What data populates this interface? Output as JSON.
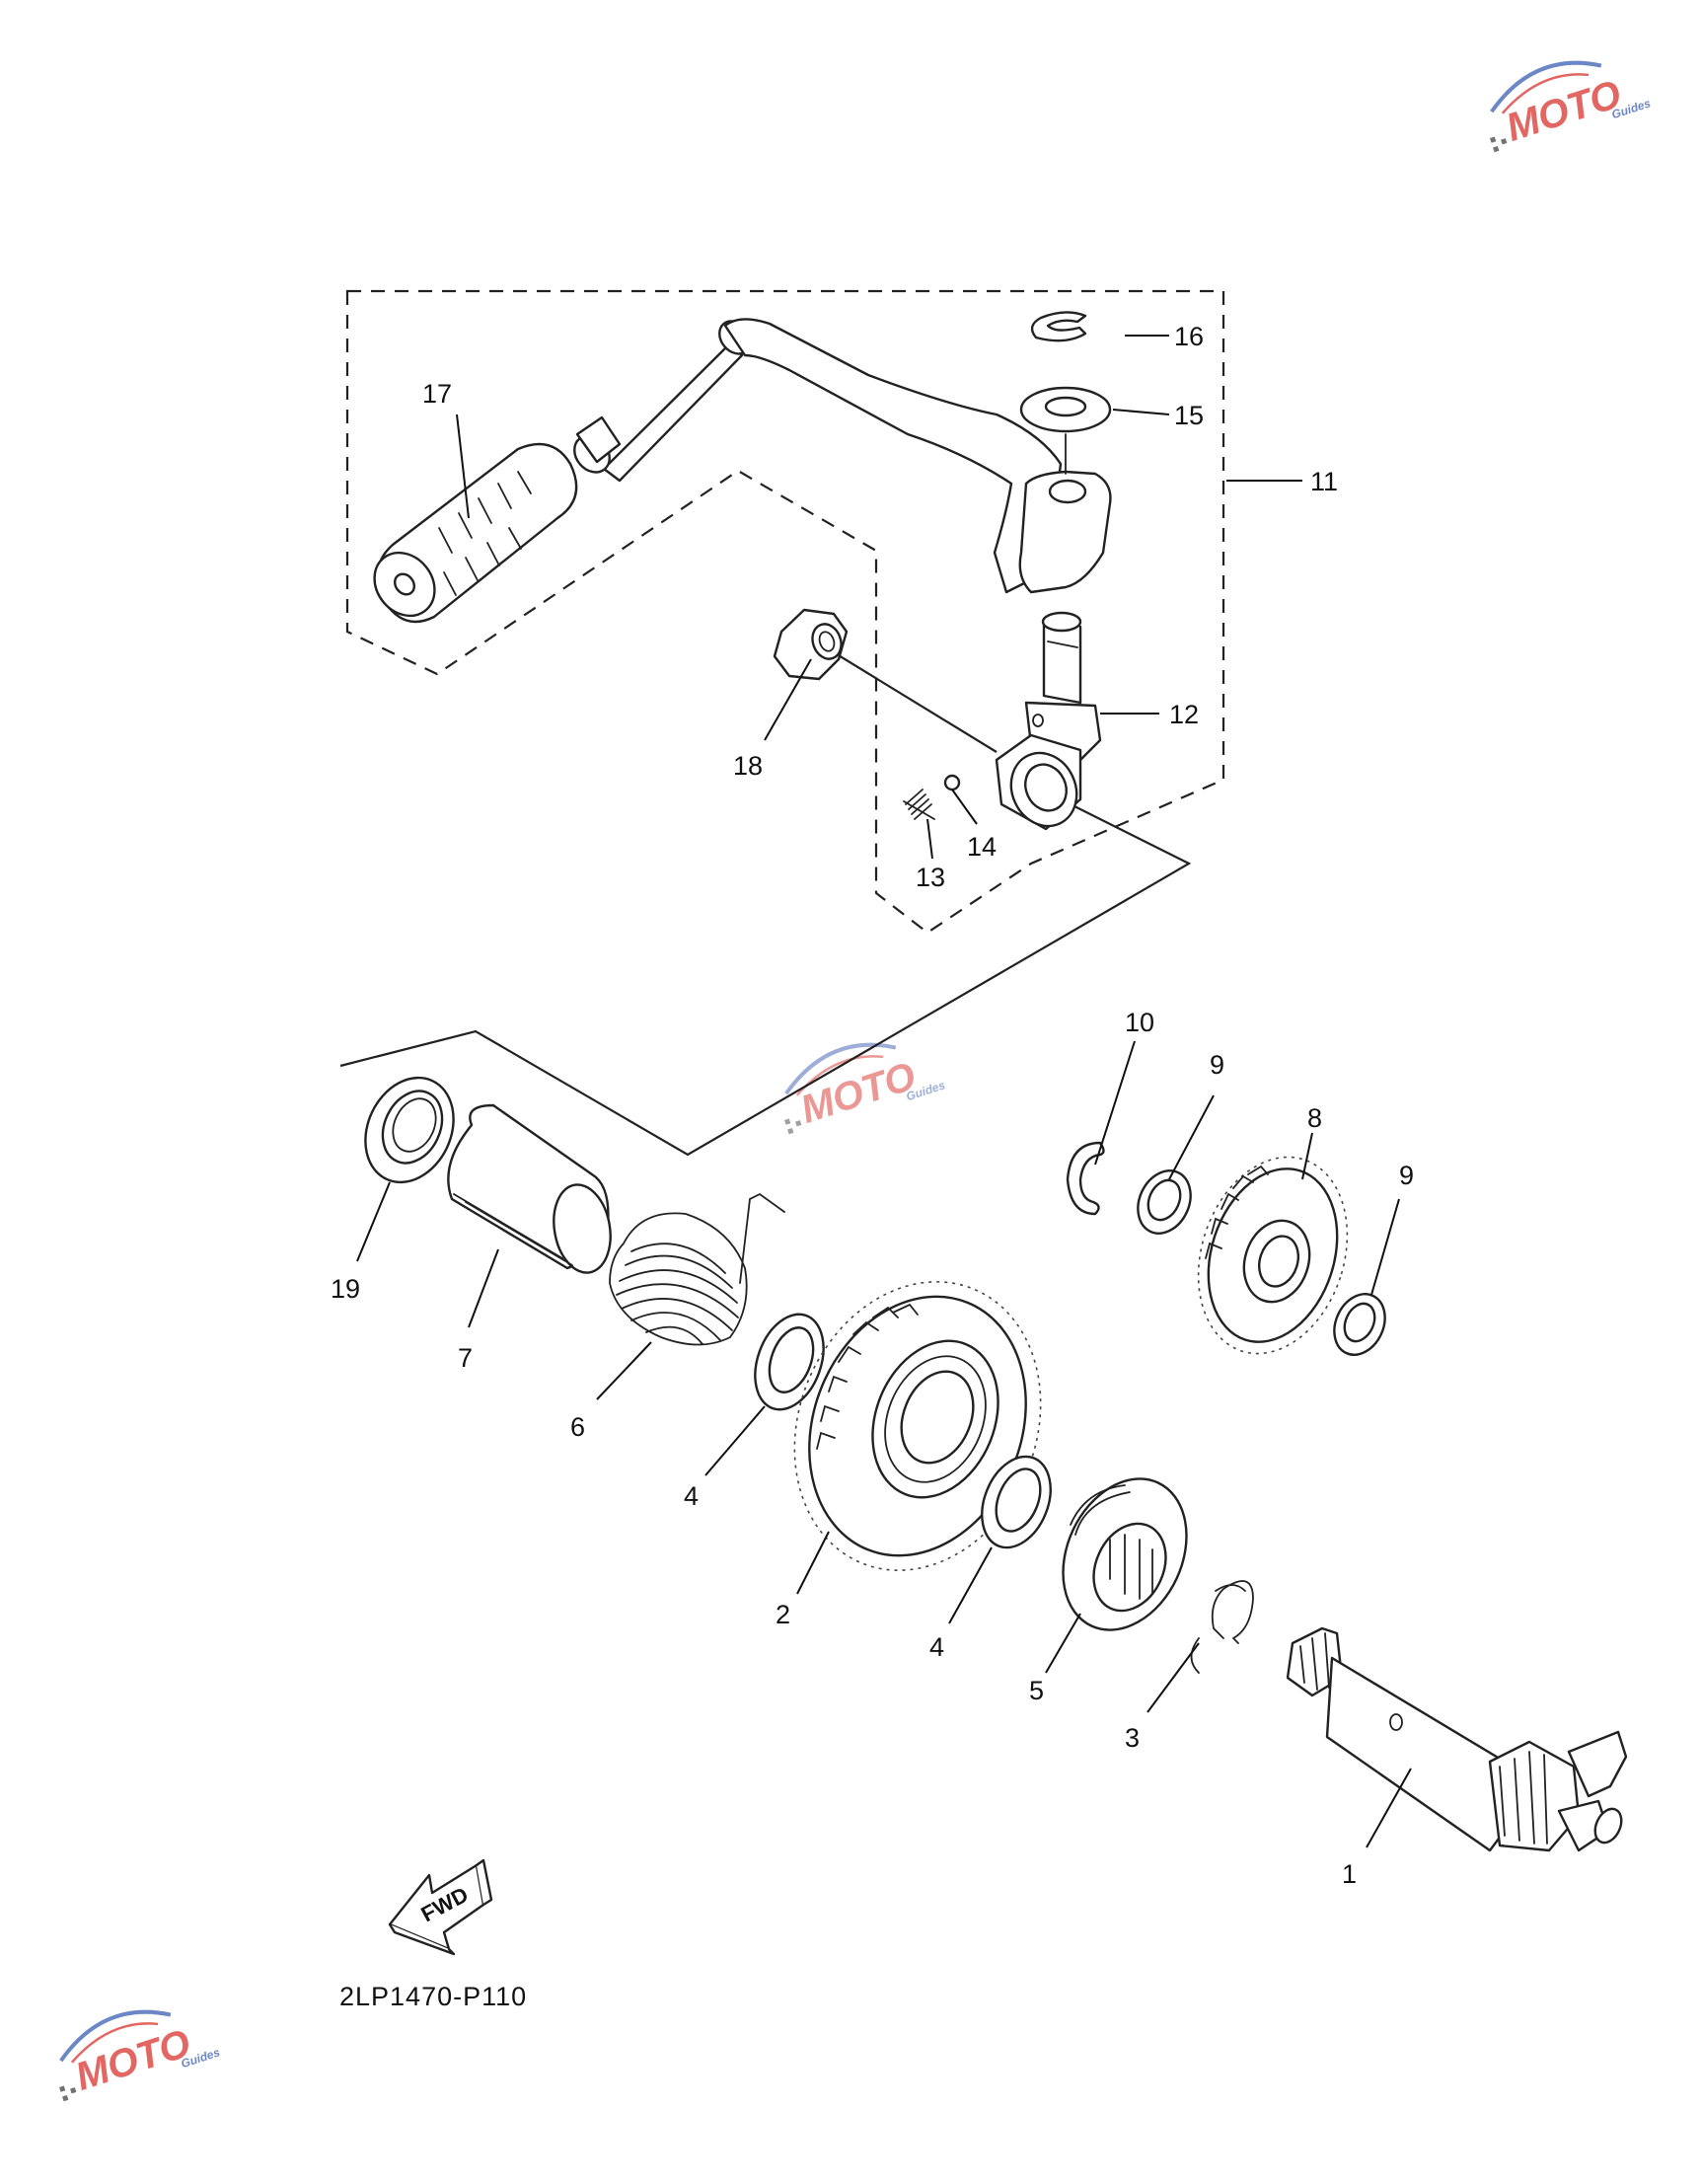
{
  "diagram": {
    "part_code": "2LP1470-P110",
    "direction_label": "FWD",
    "watermark": {
      "main": "MOTO",
      "sub": "Guides",
      "colors": {
        "primary": "#d9332e",
        "secondary": "#3b5fb3"
      }
    },
    "callouts": [
      {
        "id": "c1",
        "label": "1"
      },
      {
        "id": "c2",
        "label": "2"
      },
      {
        "id": "c3",
        "label": "3"
      },
      {
        "id": "c4a",
        "label": "4"
      },
      {
        "id": "c4b",
        "label": "4"
      },
      {
        "id": "c5",
        "label": "5"
      },
      {
        "id": "c6",
        "label": "6"
      },
      {
        "id": "c7",
        "label": "7"
      },
      {
        "id": "c8",
        "label": "8"
      },
      {
        "id": "c9a",
        "label": "9"
      },
      {
        "id": "c9b",
        "label": "9"
      },
      {
        "id": "c10",
        "label": "10"
      },
      {
        "id": "c11",
        "label": "11"
      },
      {
        "id": "c12",
        "label": "12"
      },
      {
        "id": "c13",
        "label": "13"
      },
      {
        "id": "c14",
        "label": "14"
      },
      {
        "id": "c15",
        "label": "15"
      },
      {
        "id": "c16",
        "label": "16"
      },
      {
        "id": "c17",
        "label": "17"
      },
      {
        "id": "c18",
        "label": "18"
      },
      {
        "id": "c19",
        "label": "19"
      }
    ]
  }
}
